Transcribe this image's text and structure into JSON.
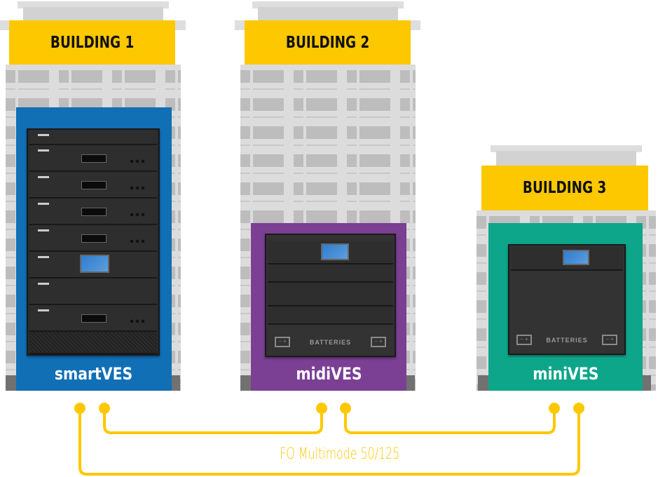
{
  "buildings": [
    {
      "label": "BUILDING 1",
      "system": "smartVES",
      "color": "#116fb6"
    },
    {
      "label": "BUILDING 2",
      "system": "midiVES",
      "color": "#7b3f93"
    },
    {
      "label": "BUILDING 3",
      "system": "miniVES",
      "color": "#0ea68a"
    }
  ],
  "battery_label": "BATTERIES",
  "cable": {
    "label": "FO Multimode 50/125",
    "color": "#fdc800"
  }
}
